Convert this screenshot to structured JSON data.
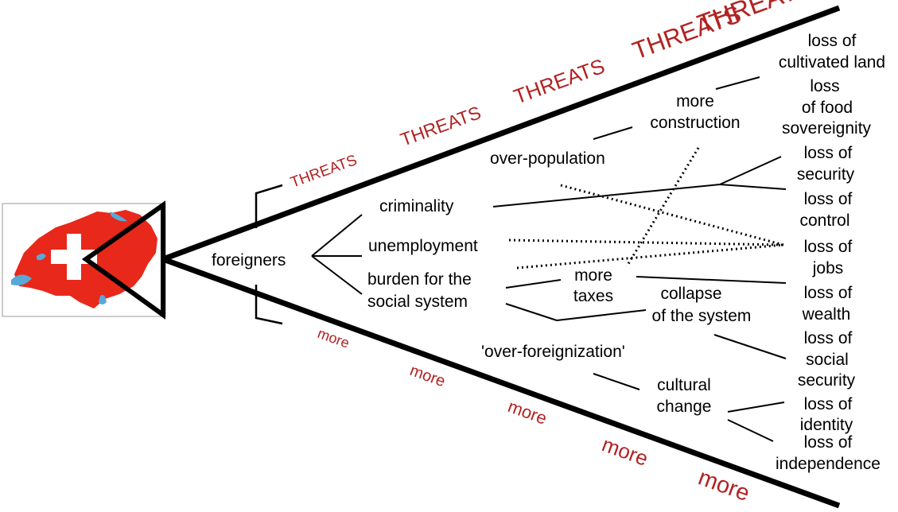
{
  "colors": {
    "accent_red": "#b22222",
    "flag_red": "#e8281a",
    "lake_blue": "#5aa8d8",
    "line": "#000000"
  },
  "icons": {
    "map": "switzerland-map-with-swiss-cross-icon"
  },
  "upper_labels": [
    "THREATS",
    "THREATS",
    "THREATS",
    "THREATS",
    "THREATS"
  ],
  "lower_labels": [
    "more",
    "more",
    "more",
    "more",
    "more"
  ],
  "source": "foreigners",
  "causes": {
    "criminality": "criminality",
    "unemployment": "unemployment",
    "burden_1": "burden for the",
    "burden_2": "social system",
    "overpopulation": "over-population",
    "overforeignization": "'over-foreignization'"
  },
  "intermediates": {
    "construction_1": "more",
    "construction_2": "construction",
    "taxes_1": "more",
    "taxes_2": "taxes",
    "collapse_1": "collapse",
    "collapse_2": "of the system",
    "cultural_1": "cultural",
    "cultural_2": "change"
  },
  "losses": {
    "cultivated_1": "loss of",
    "cultivated_2": "cultivated land",
    "food_1": "loss",
    "food_2": "of food",
    "food_3": "sovereignity",
    "security_1": "loss of",
    "security_2": "security",
    "control_1": "loss of",
    "control_2": "control",
    "jobs_1": "loss of",
    "jobs_2": "jobs",
    "wealth_1": "loss of",
    "wealth_2": "wealth",
    "social_1": "loss of",
    "social_2": "social",
    "social_3": "security",
    "identity_1": "loss of",
    "identity_2": "identity",
    "independence_1": "loss of",
    "independence_2": "independence"
  }
}
